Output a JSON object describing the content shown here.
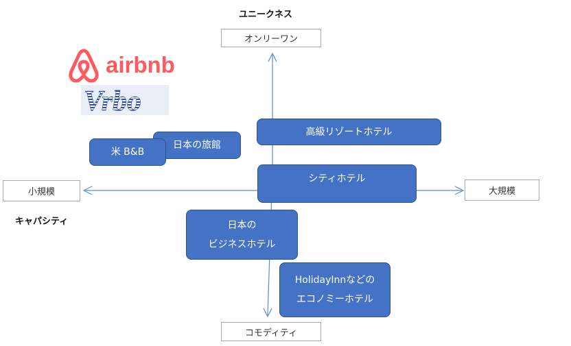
{
  "axes": {
    "vertical_title": "ユニークネス",
    "horizontal_title": "キャパシティ",
    "top_label": "オンリーワン",
    "bottom_label": "コモディティ",
    "left_label": "小規模",
    "right_label": "大規模",
    "line_color": "#5b8bd0"
  },
  "logos": {
    "airbnb": {
      "text": "airbnb",
      "color": "#ff5a5f"
    },
    "vrbo": {
      "text": "Vrbo",
      "color": "#2c4a9e"
    }
  },
  "nodes": {
    "ryokan": {
      "label": "日本の旅館"
    },
    "bnb": {
      "label": "米 B&B"
    },
    "resort": {
      "label": "高級リゾートホテル"
    },
    "city": {
      "label": "シティホテル"
    },
    "business": {
      "line1": "日本の",
      "line2": "ビジネスホテル"
    },
    "economy": {
      "line1": "HolidayInnなどの",
      "line2": "エコノミーホテル"
    }
  },
  "colors": {
    "node_fill": "#4472c4",
    "node_border": "#2f528f"
  }
}
